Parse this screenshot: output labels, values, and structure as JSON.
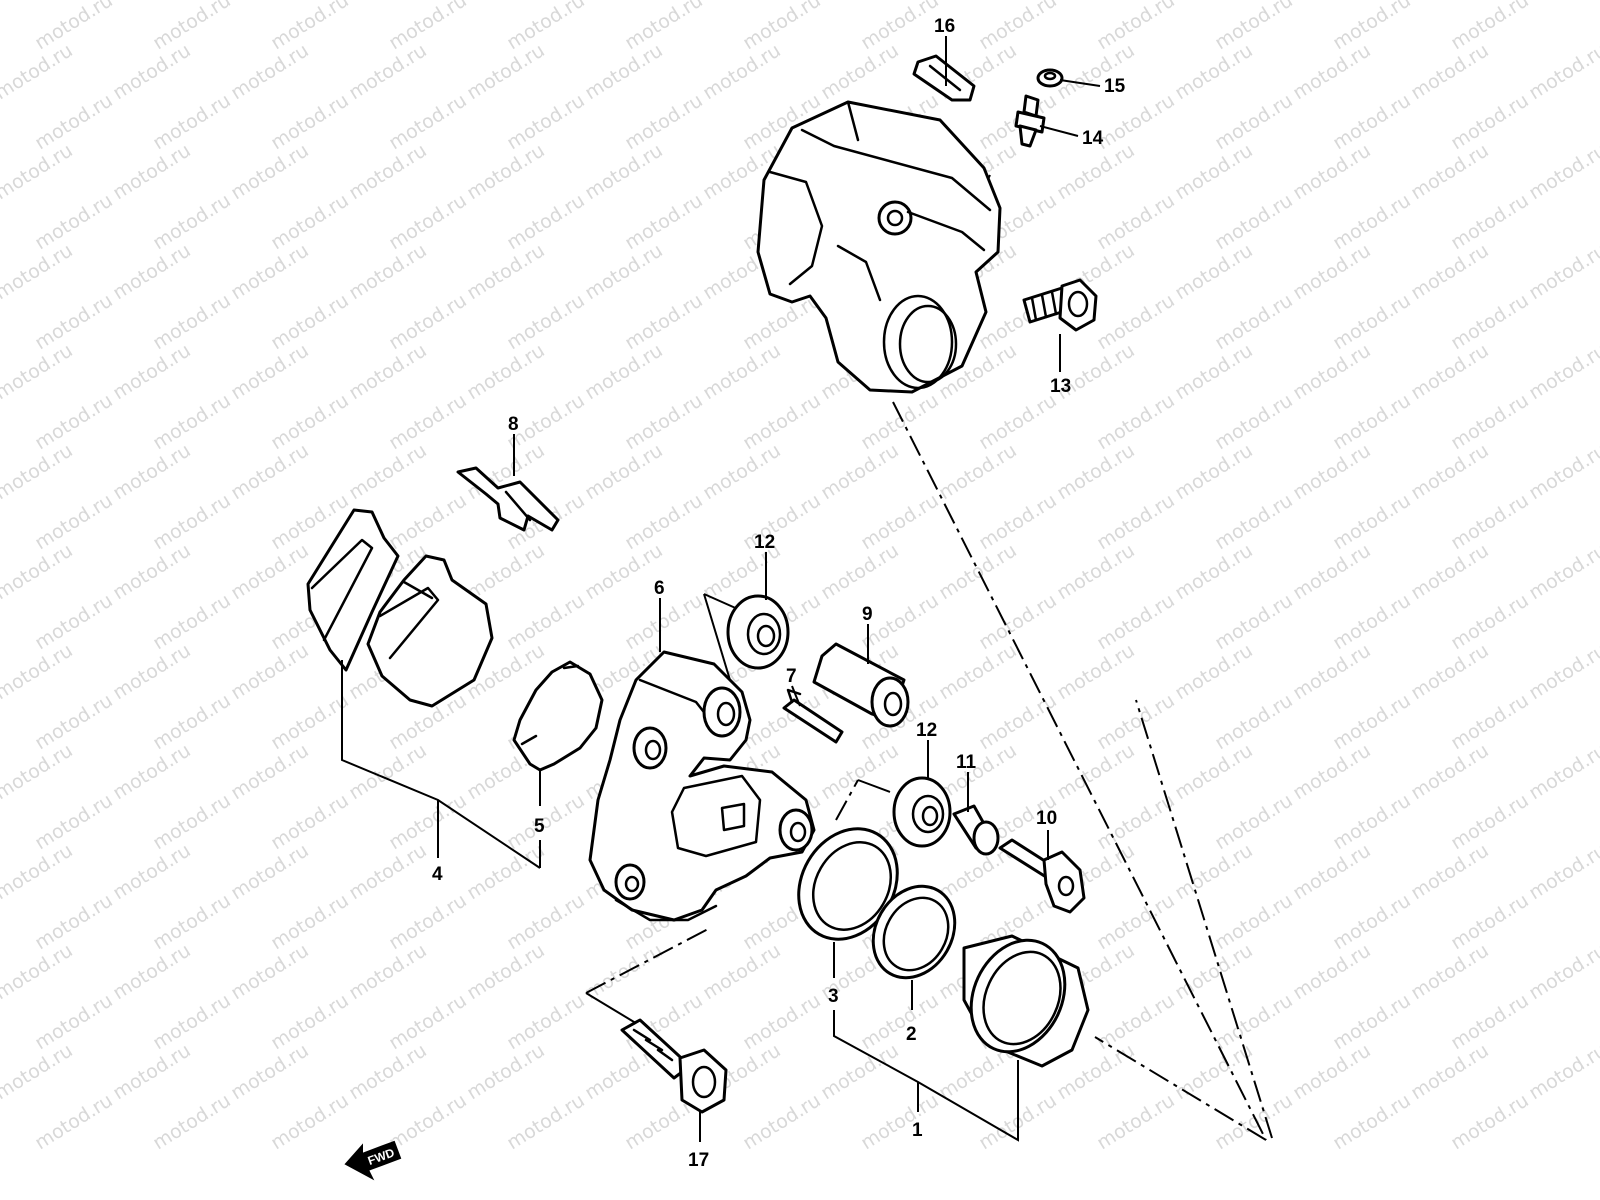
{
  "watermark": "motod.ru",
  "callouts": {
    "p1": "1",
    "p2": "2",
    "p3": "3",
    "p4": "4",
    "p5": "5",
    "p6": "6",
    "p7": "7",
    "p8": "8",
    "p9": "9",
    "p10": "10",
    "p11": "11",
    "p12a": "12",
    "p12b": "12",
    "p13": "13",
    "p14": "14",
    "p15": "15",
    "p16": "16",
    "p17": "17"
  },
  "fwd_label": "FWD",
  "icons": {
    "direction": "fwd-arrow-icon"
  },
  "colors": {
    "line": "#000000",
    "background": "#ffffff",
    "watermark": "#d8d8d8"
  }
}
